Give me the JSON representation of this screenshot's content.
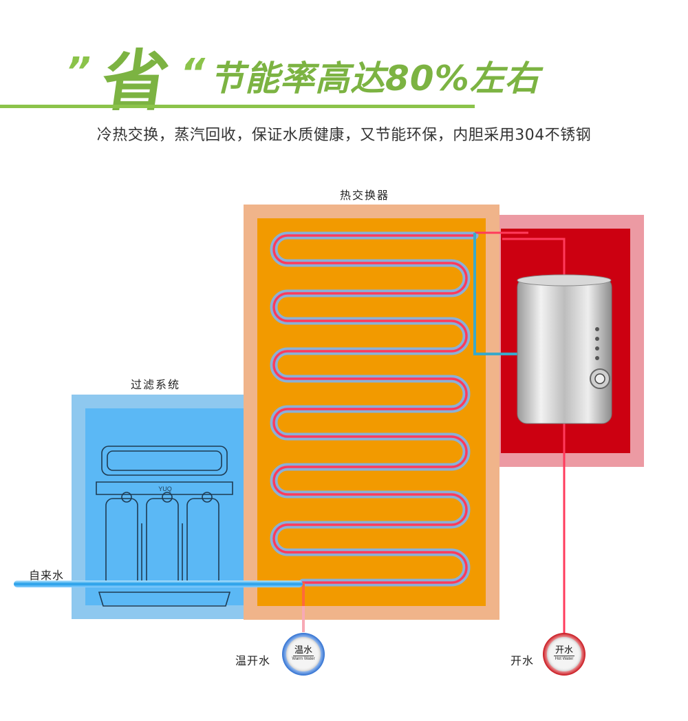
{
  "headline": {
    "open_quote": "”",
    "big_char": "省",
    "close_quote": "“",
    "text": "节能率高达80%左右"
  },
  "subtitle": "冷热交换，蒸汽回收，保证水质健康，又节能环保，内胆采用304不锈钢",
  "labels": {
    "heat_exchanger": "热交换器",
    "filter_system": "过滤系统",
    "tap_water": "自来水",
    "warm_boiled": "温开水",
    "boiled": "开水"
  },
  "badges": {
    "warm": {
      "cn": "温水",
      "en": "Warm Water"
    },
    "hot": {
      "cn": "开水",
      "en": "Hot Water"
    }
  },
  "filter_brand": "YUQ",
  "colors": {
    "accent_green": "#8bc34a",
    "exchanger_orange": "#f29a00",
    "exchanger_frame": "#f0b48a",
    "boiler_red": "#cc0011",
    "boiler_frame": "#ec9aa3",
    "filter_blue": "#5bb8f5",
    "filter_frame": "#8ec8ef",
    "pipe_blue": "#8ab0d8",
    "pipe_red": "#ff3b5c"
  }
}
